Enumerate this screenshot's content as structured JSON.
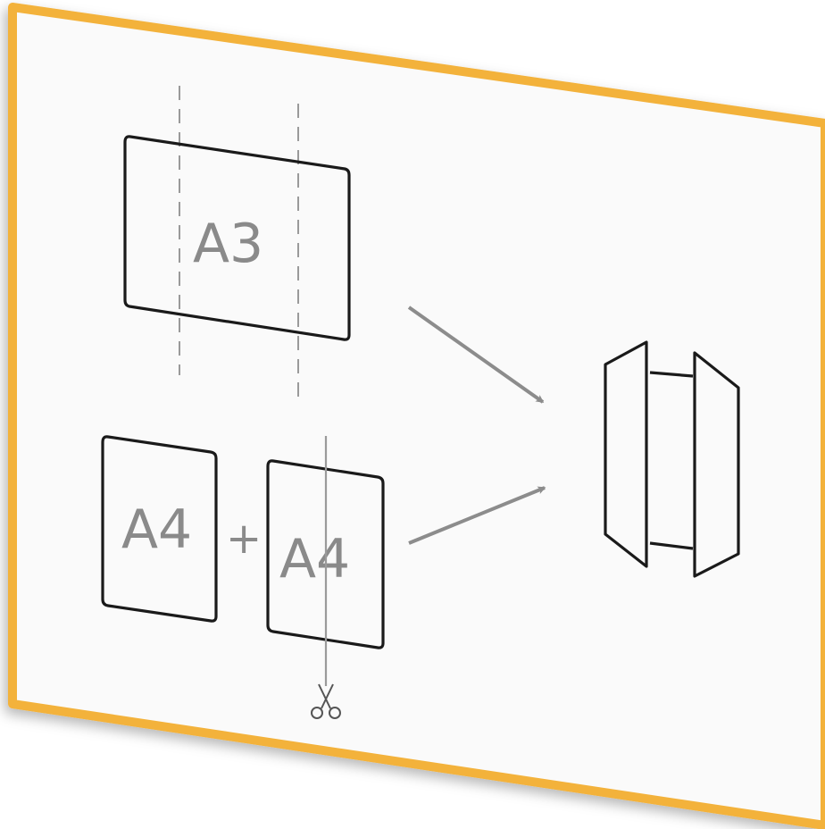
{
  "labels": {
    "a3": "A3",
    "a4_left": "A4",
    "plus": "+",
    "a4_right": "A4"
  },
  "icons": {
    "scissors": "scissors-icon",
    "arrow_top": "arrow-right-down-icon",
    "arrow_bottom": "arrow-right-up-icon",
    "result": "folded-booklet-icon"
  },
  "colors": {
    "frame": "#f3b23b",
    "panel": "#fafafa",
    "stroke": "#1a1a1a",
    "label": "#8a8a8a",
    "guide": "#9a9a9a",
    "arrow": "#8c8c8c"
  }
}
